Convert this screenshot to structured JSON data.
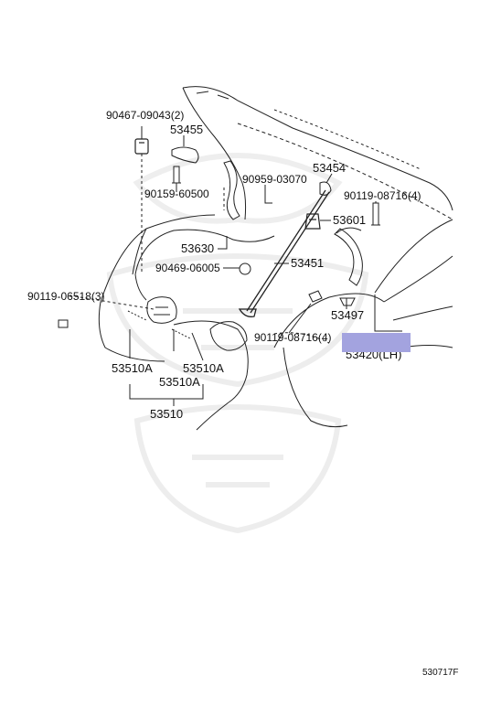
{
  "diagram": {
    "figure_code": "530717F",
    "highlight_color": "#a3a3df",
    "labels": {
      "p90467": "90467-09043(2)",
      "p53455": "53455",
      "p90159": "90159-60500",
      "p90959": "90959-03070",
      "p53454": "53454",
      "p90119_08716_top": "90119-08716(4)",
      "p53601": "53601",
      "p53630": "53630",
      "p90469": "90469-06005",
      "p53451": "53451",
      "p90119_06518": "90119-06518(3)",
      "p53497": "53497",
      "p90119_08716_bottom": "90119-08716(4)",
      "p53420": "53420(LH)",
      "p53510A_left": "53510A",
      "p53510A_right": "53510A",
      "p53510A_center": "53510A",
      "p53510": "53510"
    }
  }
}
